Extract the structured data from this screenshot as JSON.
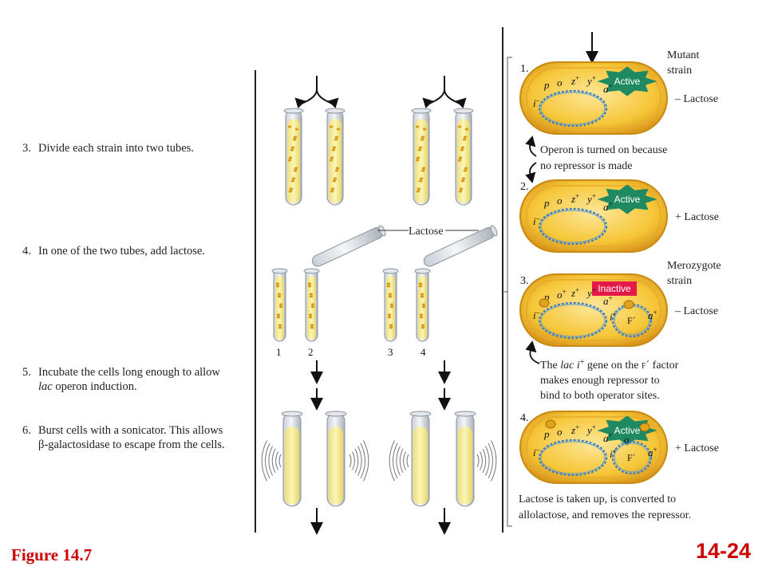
{
  "steps": {
    "s3": {
      "num": "3.",
      "text": "Divide each strain into two tubes."
    },
    "s4": {
      "num": "4.",
      "text": "In one of the two tubes, add lactose."
    },
    "s5": {
      "num": "5.",
      "line1": "Incubate the cells long enough to allow",
      "line2_ital": "lac",
      "line2_rest": " operon induction."
    },
    "s6": {
      "num": "6.",
      "line1": "Burst cells with a sonicator. This allows",
      "line2": "β-galactosidase to escape from the cells."
    }
  },
  "middle": {
    "lactose_label": "Lactose",
    "tube_numbers": [
      "1",
      "2",
      "3",
      "4"
    ]
  },
  "right": {
    "cells": [
      {
        "num": "1.",
        "condition": "– Lactose",
        "badge": "Active"
      },
      {
        "num": "2.",
        "condition": "+ Lactose",
        "badge": "Active"
      },
      {
        "num": "3.",
        "condition": "– Lactose",
        "badge": "Inactive"
      },
      {
        "num": "4.",
        "condition": "+ Lactose",
        "badge": "Active"
      }
    ],
    "mutant_strain": [
      "Mutant",
      "strain"
    ],
    "merozygote_strain": [
      "Merozygote",
      "strain"
    ],
    "note_operon": [
      "Operon is turned on because",
      "no repressor is made"
    ],
    "note_lac": {
      "pre": "The ",
      "ital": "lac i",
      "sup": "+",
      "mid": " gene on the ",
      "smallcaps": "F",
      "post": "´ factor",
      "line2": "makes enough repressor to",
      "line3": "bind to both operator sites."
    },
    "note_lactose": [
      "Lactose is taken up, is converted to",
      "allolactose, and removes the repressor."
    ],
    "genes": {
      "p": "p",
      "o": "o",
      "z": "z",
      "y": "y",
      "a": "a",
      "i": "i",
      "plus": "+",
      "minus": "–",
      "fprime": "F´",
      "oc": "o"
    }
  },
  "footer": {
    "figure": "Figure 14.7",
    "page": "14-24"
  },
  "colors": {
    "cell_fill": "#f5c232",
    "cell_edge": "#c98a12",
    "tube_fill": "#f7ef9c",
    "badge_active": "#1f8a62",
    "badge_inactive": "#e5184a",
    "dna": "#3b7fc4",
    "footer_red": "#cc0000"
  }
}
